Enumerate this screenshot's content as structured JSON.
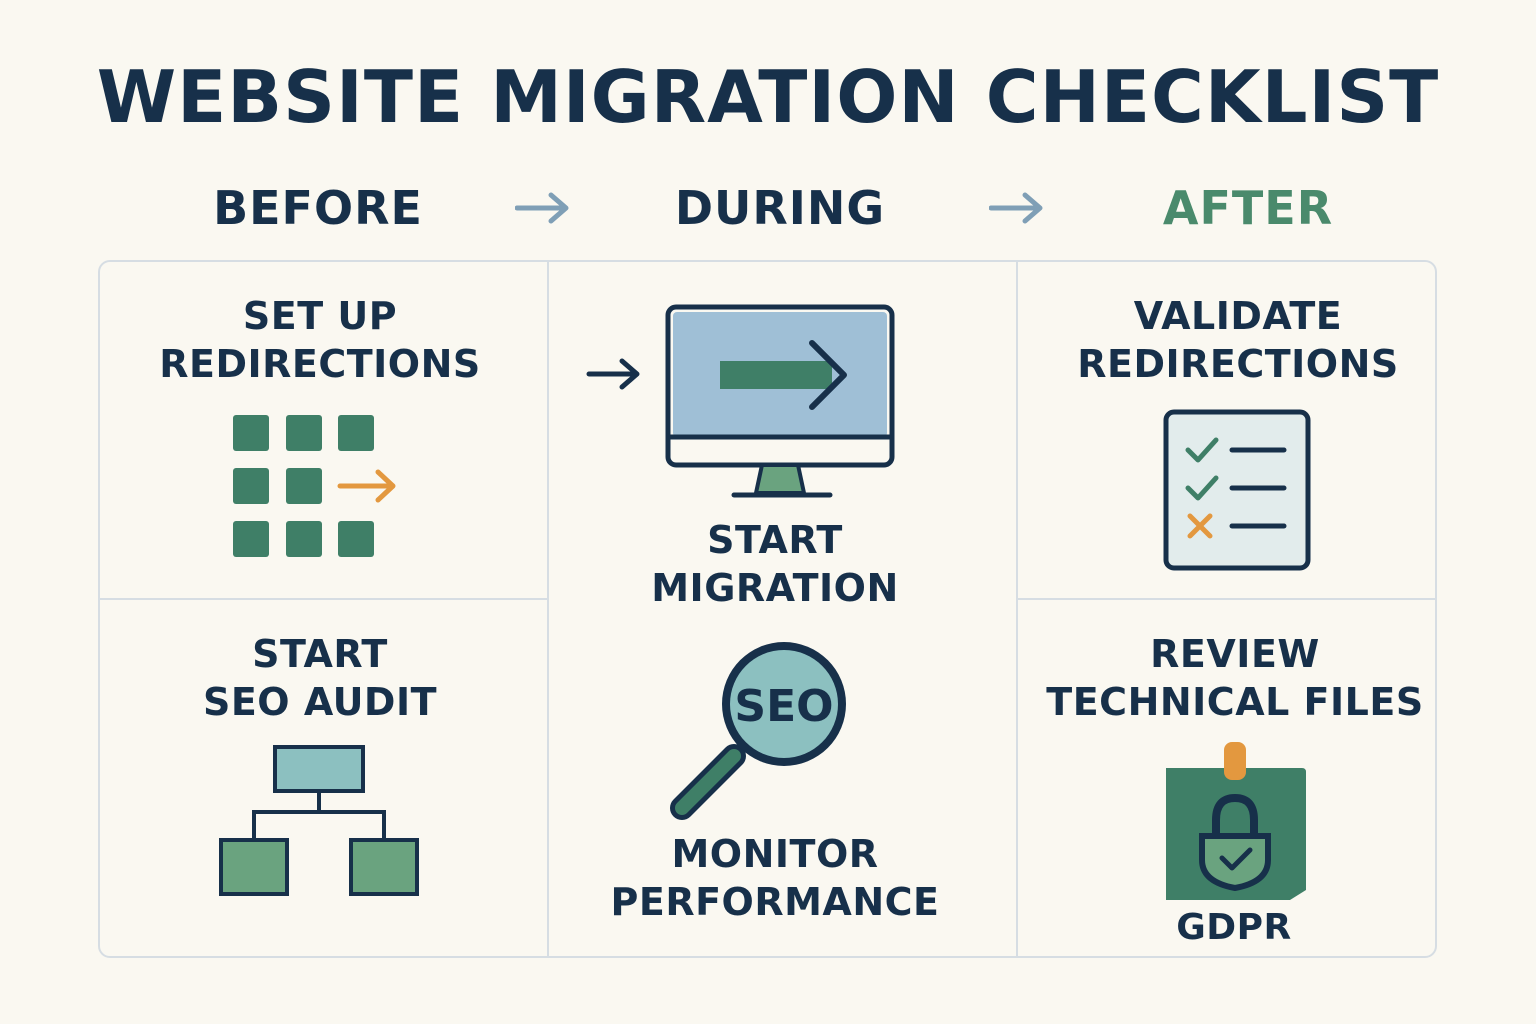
{
  "title": "WEBSITE MIGRATION CHECKLIST",
  "phases": {
    "before": {
      "label": "BEFORE",
      "color": "#17304a"
    },
    "during": {
      "label": "DURING",
      "color": "#17304a"
    },
    "after": {
      "label": "AFTER",
      "color": "#4a8a6c"
    }
  },
  "colors": {
    "dark_navy": "#17304a",
    "green": "#3f7f67",
    "light_green": "#6aa37f",
    "teal": "#8cc0c0",
    "blue_screen": "#9fbfd6",
    "orange": "#e3983f",
    "arrow_blue": "#7f9fb6"
  },
  "steps": {
    "setup_redirections": {
      "line1": "SET UP",
      "line2": "REDIRECTIONS",
      "icon": "grid-redirect-icon"
    },
    "start_seo_audit": {
      "line1": "START",
      "line2": "SEO AUDIT",
      "icon": "sitemap-icon"
    },
    "start_migration": {
      "line1": "START",
      "line2": "MIGRATION",
      "icon": "monitor-arrow-icon"
    },
    "monitor_performance": {
      "line1": "MONITOR",
      "line2": "PERFORMANCE",
      "icon": "seo-magnifier-icon",
      "icon_text": "SEO"
    },
    "validate_redirections": {
      "line1": "VALIDATE",
      "line2": "REDIRECTIONS",
      "icon": "checklist-icon"
    },
    "review_technical_files": {
      "line1": "REVIEW",
      "line2": "TECHNICAL FILES",
      "icon": "gdpr-lock-icon",
      "caption": "GDPR"
    }
  }
}
